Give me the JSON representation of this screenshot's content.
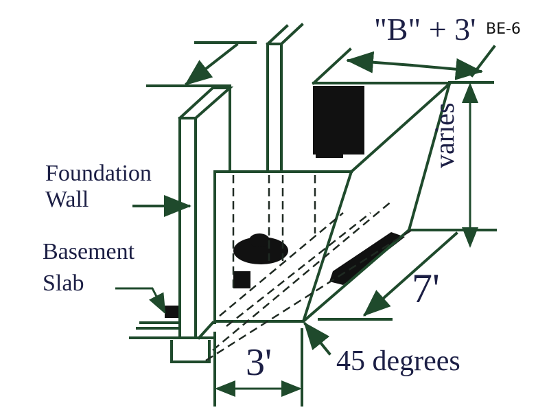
{
  "diagram": {
    "code": "BE-6",
    "labels": {
      "top_dimension": "\"B\" + 3'",
      "height_dimension": "varies",
      "length_dimension": "7'",
      "width_dimension": "3'",
      "angle": "45 degrees",
      "foundation_wall_line1": "Foundation",
      "foundation_wall_line2": "Wall",
      "slab_line1": "Basement",
      "slab_line2": "Slab"
    },
    "colors": {
      "line": "#1f4a2c",
      "text": "#1c1f45"
    }
  }
}
